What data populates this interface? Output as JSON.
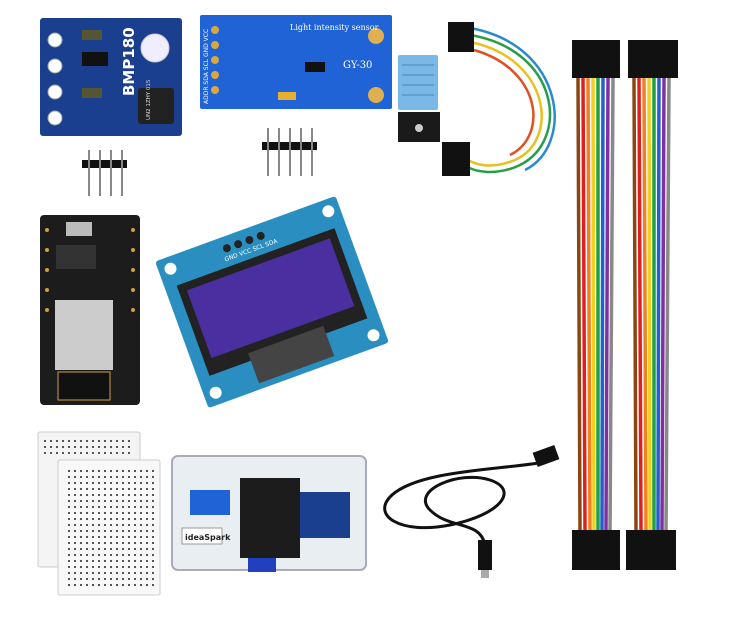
{
  "bmp180": {
    "label": "BMP180",
    "chip_text": "UN2 1ZHY 015"
  },
  "gy30": {
    "title": "Light intensity sensor",
    "model": "GY-30",
    "pins": "ADDR SDA SCL GND VCC"
  },
  "oled": {
    "pins": "GND VCC SCL SDA"
  },
  "box": {
    "brand": "ideaSpark"
  },
  "colors": {
    "board_dark_blue": "#1b3f8f",
    "board_blue": "#1f63d6",
    "oled_screen": "#4a2fa0",
    "nodemcu": "#1c1c1c"
  }
}
